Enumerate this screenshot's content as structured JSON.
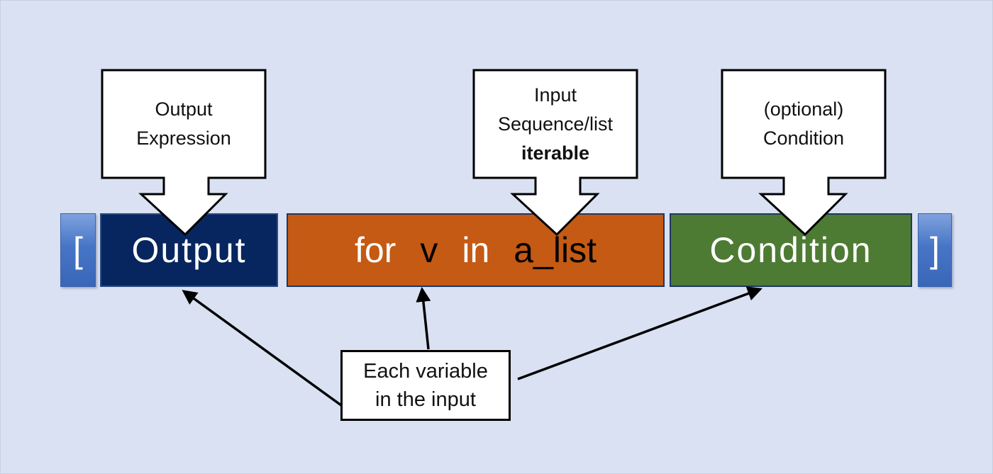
{
  "canvas": {
    "background": "#d9e1f2",
    "border_color": "#c7cfdf"
  },
  "colors": {
    "navy_fill": "#07265f",
    "navy_border": "#2a4a80",
    "orange_fill": "#c45a13",
    "green_fill": "#4e7b33",
    "box_border_dark": "#1f3864",
    "bracket_blue": "#4472c4",
    "callout_fill": "#ffffff",
    "callout_stroke": "#000000",
    "arrow_color": "#000000",
    "light_text": "#ffffff",
    "dark_text": "#000000"
  },
  "syntax_row": {
    "open_bracket": "[",
    "close_bracket": "]",
    "output_box": {
      "label": "Output"
    },
    "for_box": {
      "tokens": [
        {
          "text": "for",
          "color": "white"
        },
        {
          "text": "v",
          "color": "black"
        },
        {
          "text": "in",
          "color": "white"
        },
        {
          "text": "a_list",
          "color": "black"
        }
      ]
    },
    "condition_box": {
      "label": "Condition"
    }
  },
  "callouts": [
    {
      "id": "output-expression",
      "lines": [
        {
          "text": "Output",
          "bold": false
        },
        {
          "text": "Expression",
          "bold": false
        }
      ]
    },
    {
      "id": "input-sequence",
      "lines": [
        {
          "text": "Input",
          "bold": false
        },
        {
          "text": "Sequence/list",
          "bold": false
        },
        {
          "text": "iterable",
          "bold": true
        }
      ]
    },
    {
      "id": "optional-condition",
      "lines": [
        {
          "text": "(optional)",
          "bold": false
        },
        {
          "text": "Condition",
          "bold": false
        }
      ]
    }
  ],
  "note_box": {
    "lines": [
      {
        "text": "Each variable"
      },
      {
        "text": "in the input"
      }
    ]
  }
}
